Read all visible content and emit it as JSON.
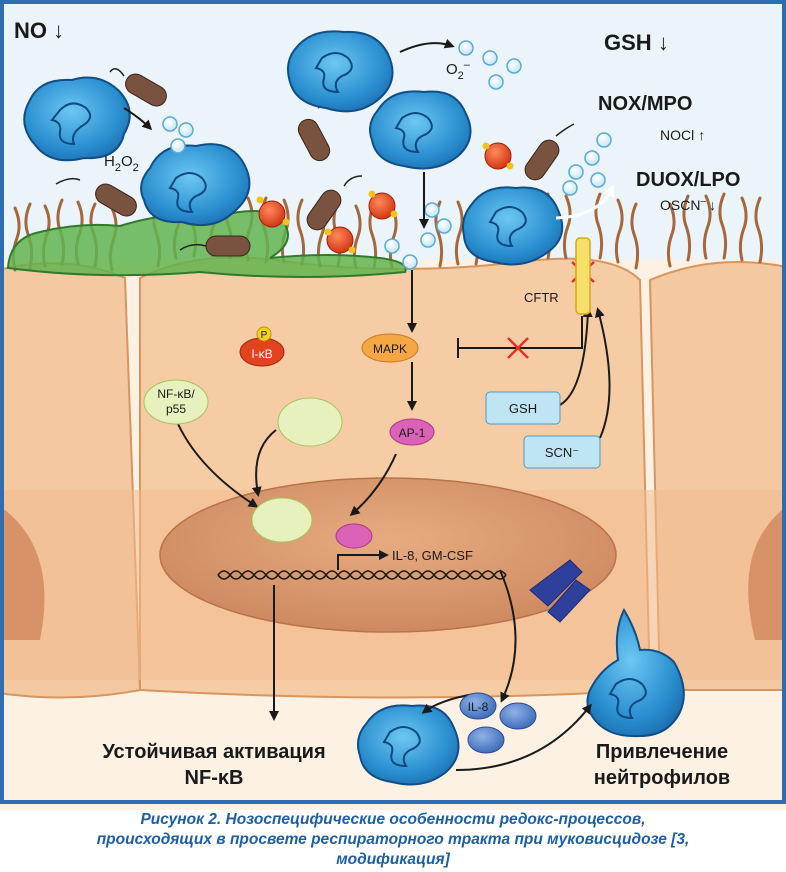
{
  "lumen": {
    "no_label": "NO",
    "no_arrow": "↓",
    "gsh_label": "GSH",
    "gsh_arrow": "↓",
    "o2_label": "O",
    "o2_sub": "2",
    "o2_sup": "–",
    "h2o2_h": "H",
    "h2o2_sub1": "2",
    "h2o2_o": "O",
    "h2o2_sub2": "2",
    "nox_mpo": "NOX/MPO",
    "noci": "NOCl",
    "noci_arrow": "↑",
    "duox_lpo": "DUOX/LPO",
    "oscn": "OSCN",
    "oscn_sup": "–",
    "oscn_arrow": "↓"
  },
  "cell": {
    "cftr": "CFTR",
    "mapk": "MAPK",
    "p": "P",
    "ikb": "I-κB",
    "nfkb_line1": "NF-κB/",
    "nfkb_line2": "p55",
    "ap1": "AP-1",
    "gsh_box": "GSH",
    "scn_box": "SCN⁻",
    "genes": "IL-8, GM-CSF",
    "il8": "IL-8"
  },
  "bottom": {
    "activation_line1": "Устойчивая активация",
    "activation_line2": "NF-κB",
    "recruit_line1": "Привлечение",
    "recruit_line2": "нейтрофилов"
  },
  "caption": {
    "line1": "Рисунок 2. Нозоспецифические особенности редокс-процессов,",
    "line2": "происходящих в просвете респираторного тракта при муковисцидозе [3,",
    "line3": "модификация]"
  },
  "colors": {
    "frame": "#2e6db4",
    "lumen_bg": "#e8f3f9",
    "cell_fill": "#f6c9a0",
    "cell_stroke": "#d8955e",
    "nucleus": "#d9956a",
    "neutrophil": "#2a8fd0",
    "neutrophil_dark": "#1b5f9c",
    "bacteria": "#7a5340",
    "ros": "#e23c1c",
    "biofilm": "#5fb04d",
    "mapk": "#f4a742",
    "ap1": "#dc62b8",
    "nfkb": "#dfeeb2",
    "caption": "#1d5fa6"
  }
}
